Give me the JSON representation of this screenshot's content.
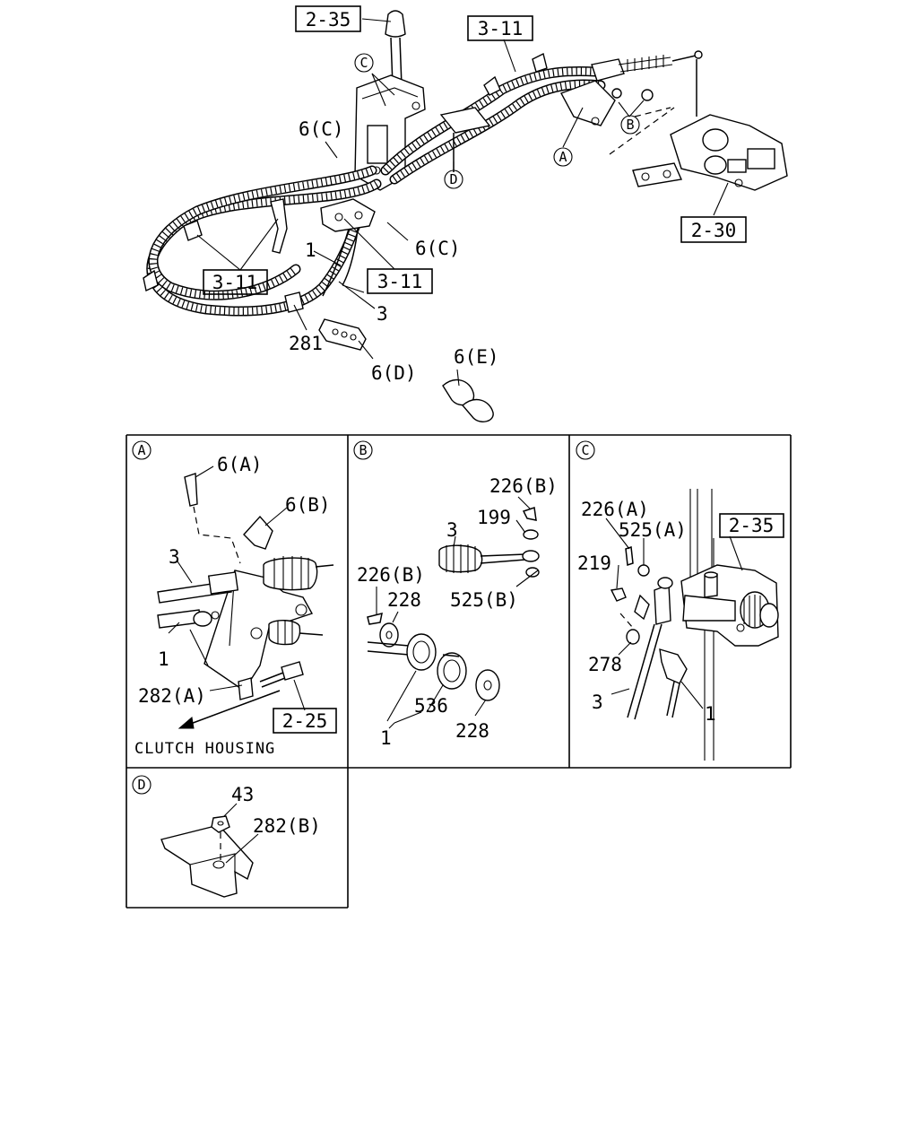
{
  "main": {
    "box_2_35": "2-35",
    "box_3_11_top": "3-11",
    "box_2_30": "2-30",
    "box_3_11_left": "3-11",
    "box_3_11_mid": "3-11",
    "ref_C": "C",
    "ref_A": "A",
    "ref_B": "B",
    "ref_D": "D",
    "lbl_6C_top": "6(C)",
    "lbl_6C_mid": "6(C)",
    "lbl_1": "1",
    "lbl_3": "3",
    "lbl_281": "281",
    "lbl_6D": "6(D)",
    "lbl_6E": "6(E)"
  },
  "panel_a": {
    "marker": "A",
    "lbl_6A": "6(A)",
    "lbl_6B": "6(B)",
    "lbl_3": "3",
    "lbl_1": "1",
    "lbl_282A": "282(A)",
    "box_2_25": "2-25",
    "caption": "CLUTCH HOUSING"
  },
  "panel_b": {
    "marker": "B",
    "lbl_226B_top": "226(B)",
    "lbl_199": "199",
    "lbl_3": "3",
    "lbl_226B_left": "226(B)",
    "lbl_228_top": "228",
    "lbl_525B": "525(B)",
    "lbl_536": "536",
    "lbl_1": "1",
    "lbl_228_bottom": "228"
  },
  "panel_c": {
    "marker": "C",
    "lbl_226A": "226(A)",
    "lbl_525A": "525(A)",
    "box_2_35": "2-35",
    "lbl_219": "219",
    "lbl_278": "278",
    "lbl_3": "3",
    "lbl_1": "1"
  },
  "panel_d": {
    "marker": "D",
    "lbl_43": "43",
    "lbl_282B": "282(B)"
  }
}
